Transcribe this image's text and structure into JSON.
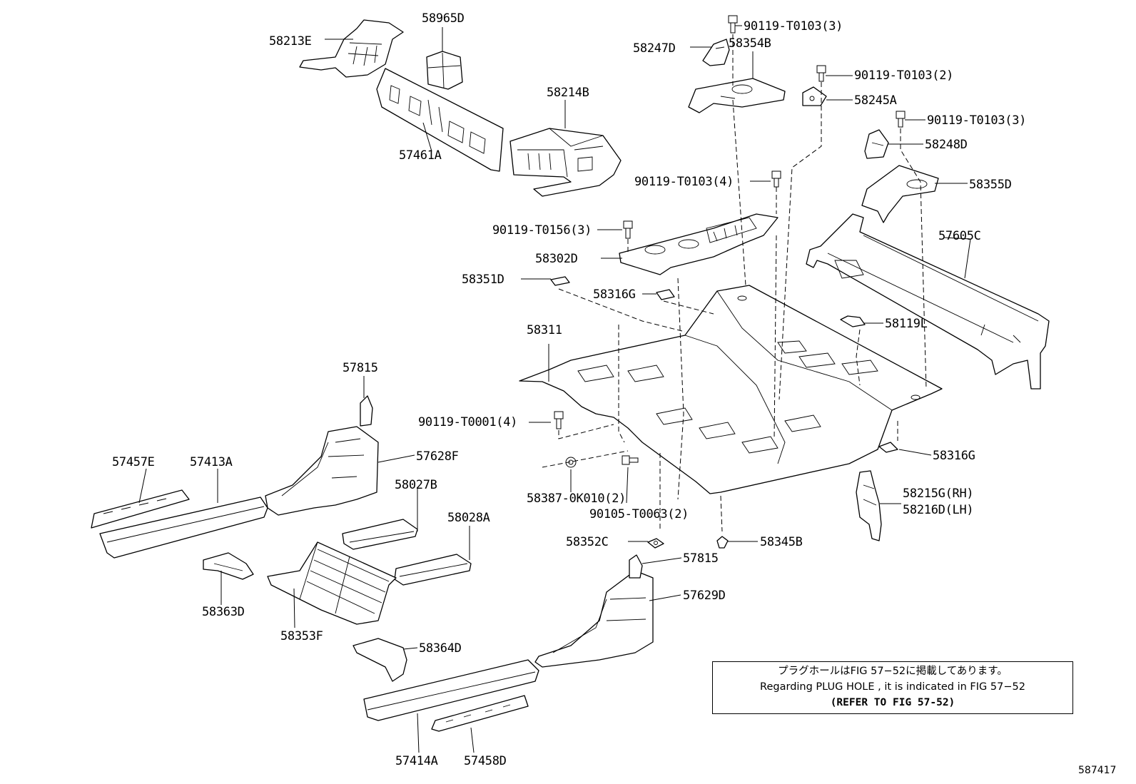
{
  "diagram": {
    "id": "587417",
    "note": {
      "line_ja": "プラグホールはFIG 57−52に掲載してあります。",
      "line_en": "Regarding  PLUG  HOLE , it is indicated in FIG  57−52",
      "line_ref": "(REFER TO FIG 57-52)"
    },
    "labels": {
      "p58213E": "58213E",
      "p58965D": "58965D",
      "p57461A": "57461A",
      "p58214B": "58214B",
      "p58247D": "58247D",
      "p58354B": "58354B",
      "b90119T0103_3a": "90119-T0103(3)",
      "b90119T0103_2": "90119-T0103(2)",
      "p58245A": "58245A",
      "b90119T0103_3b": "90119-T0103(3)",
      "p58248D": "58248D",
      "b90119T0103_4": "90119-T0103(4)",
      "p58355D": "58355D",
      "b90119T0156_3": "90119-T0156(3)",
      "p57605C": "57605C",
      "p58302D": "58302D",
      "p58351D": "58351D",
      "p58316G_a": "58316G",
      "p58119L": "58119L",
      "p58311": "58311",
      "p57815_a": "57815",
      "b90119T0001_4": "90119-T0001(4)",
      "p57457E": "57457E",
      "p57413A": "57413A",
      "p57628F": "57628F",
      "p58316G_b": "58316G",
      "p58027B": "58027B",
      "p58387": "58387-0K010(2)",
      "b90105T0063_2": "90105-T0063(2)",
      "p58215G": "58215G(RH)",
      "p58216D": "58216D(LH)",
      "p58028A": "58028A",
      "p58352C": "58352C",
      "p58345B": "58345B",
      "p57815_b": "57815",
      "p58363D": "58363D",
      "p57629D": "57629D",
      "p58353F": "58353F",
      "p58364D": "58364D",
      "p57414A": "57414A",
      "p57458D": "57458D"
    }
  }
}
